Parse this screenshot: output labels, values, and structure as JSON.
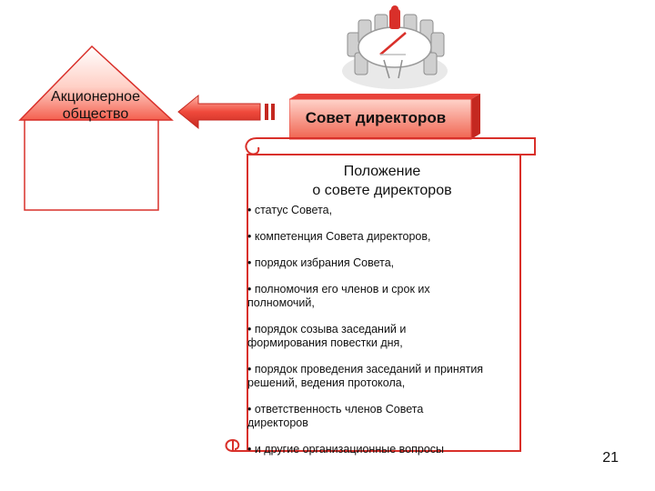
{
  "house": {
    "label": "Акционерное общество"
  },
  "board": {
    "label": "Совет директоров"
  },
  "regulation": {
    "title": "Положение\nо совете директоров",
    "items": [
      "• статус Совета,",
      "• компетенция Совета директоров,",
      "• порядок избрания Совета,",
      "• полномочия его членов и срок их полномочий,",
      "• порядок созыва заседаний и формирования повестки дня,",
      "• порядок проведения заседаний и принятия решений, ведения протокола,",
      "• ответственность членов Совета директоров",
      "• и другие организационные вопросы"
    ]
  },
  "page_number": "21",
  "colors": {
    "accent": "#e8433a",
    "accent_light": "#ffb4a6",
    "outline": "#d9302a"
  }
}
